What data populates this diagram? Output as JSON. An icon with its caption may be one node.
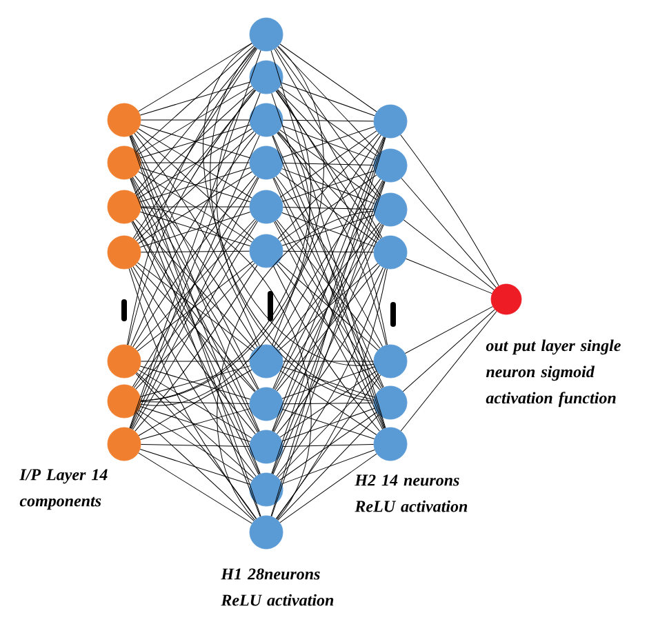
{
  "diagram": {
    "nodes": [
      {
        "text": [],
        "shape": "circle"
      },
      {
        "text": [],
        "shape": "circle"
      },
      {
        "text": [],
        "shape": "circle"
      },
      {
        "text": [],
        "shape": "circle"
      },
      {
        "text": [],
        "shape": "circle"
      },
      {
        "text": [],
        "shape": "circle"
      },
      {
        "text": [],
        "shape": "circle"
      },
      {
        "text": [],
        "shape": "circle"
      },
      {
        "text": [],
        "shape": "circle"
      },
      {
        "text": [],
        "shape": "circle"
      },
      {
        "text": [],
        "shape": "circle"
      },
      {
        "text": [],
        "shape": "circle"
      },
      {
        "text": [],
        "shape": "circle"
      },
      {
        "text": [],
        "shape": "circle"
      },
      {
        "text": [],
        "shape": "circle"
      },
      {
        "text": [],
        "shape": "circle"
      },
      {
        "text": [],
        "shape": "circle"
      },
      {
        "text": [],
        "shape": "circle"
      },
      {
        "text": [],
        "shape": "circle"
      },
      {
        "text": [],
        "shape": "circle"
      },
      {
        "text": [],
        "shape": "circle"
      },
      {
        "text": [],
        "shape": "circle"
      },
      {
        "text": [],
        "shape": "circle"
      },
      {
        "text": [],
        "shape": "circle"
      },
      {
        "text": [],
        "shape": "circle"
      },
      {
        "text": [],
        "shape": "circle"
      }
    ],
    "edges": [
      {
        "from": 0,
        "to": 7,
        "arrow": "none"
      },
      {
        "from": 0,
        "to": 8,
        "arrow": "none"
      },
      {
        "from": 0,
        "to": 9,
        "arrow": "none"
      },
      {
        "from": 0,
        "to": 10,
        "arrow": "none"
      },
      {
        "from": 0,
        "to": 11,
        "arrow": "none"
      },
      {
        "from": 0,
        "to": 12,
        "arrow": "none"
      },
      {
        "from": 0,
        "to": 13,
        "arrow": "none"
      },
      {
        "from": 0,
        "to": 14,
        "arrow": "none"
      },
      {
        "from": 0,
        "to": 15,
        "arrow": "none"
      },
      {
        "from": 0,
        "to": 16,
        "arrow": "none"
      },
      {
        "from": 0,
        "to": 17,
        "arrow": "none"
      },
      {
        "from": 1,
        "to": 7,
        "arrow": "none"
      },
      {
        "from": 1,
        "to": 8,
        "arrow": "none"
      },
      {
        "from": 1,
        "to": 9,
        "arrow": "none"
      },
      {
        "from": 1,
        "to": 10,
        "arrow": "none"
      },
      {
        "from": 1,
        "to": 11,
        "arrow": "none"
      },
      {
        "from": 1,
        "to": 12,
        "arrow": "none"
      },
      {
        "from": 1,
        "to": 13,
        "arrow": "none"
      },
      {
        "from": 1,
        "to": 14,
        "arrow": "none"
      },
      {
        "from": 1,
        "to": 15,
        "arrow": "none"
      },
      {
        "from": 1,
        "to": 16,
        "arrow": "none"
      },
      {
        "from": 1,
        "to": 17,
        "arrow": "none"
      },
      {
        "from": 2,
        "to": 7,
        "arrow": "none"
      },
      {
        "from": 2,
        "to": 8,
        "arrow": "none"
      },
      {
        "from": 2,
        "to": 9,
        "arrow": "none"
      },
      {
        "from": 2,
        "to": 10,
        "arrow": "none"
      },
      {
        "from": 2,
        "to": 11,
        "arrow": "none"
      },
      {
        "from": 2,
        "to": 12,
        "arrow": "none"
      },
      {
        "from": 2,
        "to": 13,
        "arrow": "none"
      },
      {
        "from": 2,
        "to": 14,
        "arrow": "none"
      },
      {
        "from": 2,
        "to": 15,
        "arrow": "none"
      },
      {
        "from": 2,
        "to": 16,
        "arrow": "none"
      },
      {
        "from": 2,
        "to": 17,
        "arrow": "none"
      },
      {
        "from": 3,
        "to": 7,
        "arrow": "none"
      },
      {
        "from": 3,
        "to": 8,
        "arrow": "none"
      },
      {
        "from": 3,
        "to": 9,
        "arrow": "none"
      },
      {
        "from": 3,
        "to": 10,
        "arrow": "none"
      },
      {
        "from": 3,
        "to": 11,
        "arrow": "none"
      },
      {
        "from": 3,
        "to": 12,
        "arrow": "none"
      },
      {
        "from": 3,
        "to": 13,
        "arrow": "none"
      },
      {
        "from": 3,
        "to": 14,
        "arrow": "none"
      },
      {
        "from": 3,
        "to": 15,
        "arrow": "none"
      },
      {
        "from": 3,
        "to": 16,
        "arrow": "none"
      },
      {
        "from": 3,
        "to": 17,
        "arrow": "none"
      },
      {
        "from": 4,
        "to": 7,
        "arrow": "none"
      },
      {
        "from": 4,
        "to": 8,
        "arrow": "none"
      },
      {
        "from": 4,
        "to": 9,
        "arrow": "none"
      },
      {
        "from": 4,
        "to": 10,
        "arrow": "none"
      },
      {
        "from": 4,
        "to": 11,
        "arrow": "none"
      },
      {
        "from": 4,
        "to": 12,
        "arrow": "none"
      },
      {
        "from": 4,
        "to": 13,
        "arrow": "none"
      },
      {
        "from": 4,
        "to": 14,
        "arrow": "none"
      },
      {
        "from": 4,
        "to": 15,
        "arrow": "none"
      },
      {
        "from": 4,
        "to": 16,
        "arrow": "none"
      },
      {
        "from": 4,
        "to": 17,
        "arrow": "none"
      },
      {
        "from": 5,
        "to": 7,
        "arrow": "none"
      },
      {
        "from": 5,
        "to": 8,
        "arrow": "none"
      },
      {
        "from": 5,
        "to": 9,
        "arrow": "none"
      },
      {
        "from": 5,
        "to": 10,
        "arrow": "none"
      },
      {
        "from": 5,
        "to": 11,
        "arrow": "none"
      },
      {
        "from": 5,
        "to": 12,
        "arrow": "none"
      },
      {
        "from": 5,
        "to": 13,
        "arrow": "none"
      },
      {
        "from": 5,
        "to": 14,
        "arrow": "none"
      },
      {
        "from": 5,
        "to": 15,
        "arrow": "none"
      },
      {
        "from": 5,
        "to": 16,
        "arrow": "none"
      },
      {
        "from": 5,
        "to": 17,
        "arrow": "none"
      },
      {
        "from": 6,
        "to": 7,
        "arrow": "none"
      },
      {
        "from": 6,
        "to": 8,
        "arrow": "none"
      },
      {
        "from": 6,
        "to": 9,
        "arrow": "none"
      },
      {
        "from": 6,
        "to": 10,
        "arrow": "none"
      },
      {
        "from": 6,
        "to": 11,
        "arrow": "none"
      },
      {
        "from": 6,
        "to": 12,
        "arrow": "none"
      },
      {
        "from": 6,
        "to": 13,
        "arrow": "none"
      },
      {
        "from": 6,
        "to": 14,
        "arrow": "none"
      },
      {
        "from": 6,
        "to": 15,
        "arrow": "none"
      },
      {
        "from": 6,
        "to": 16,
        "arrow": "none"
      },
      {
        "from": 6,
        "to": 17,
        "arrow": "none"
      },
      {
        "from": 7,
        "to": 18,
        "arrow": "none"
      },
      {
        "from": 7,
        "to": 19,
        "arrow": "none"
      },
      {
        "from": 7,
        "to": 20,
        "arrow": "none"
      },
      {
        "from": 7,
        "to": 21,
        "arrow": "none"
      },
      {
        "from": 7,
        "to": 22,
        "arrow": "none"
      },
      {
        "from": 7,
        "to": 23,
        "arrow": "none"
      },
      {
        "from": 7,
        "to": 24,
        "arrow": "none"
      },
      {
        "from": 8,
        "to": 18,
        "arrow": "none"
      },
      {
        "from": 8,
        "to": 19,
        "arrow": "none"
      },
      {
        "from": 8,
        "to": 20,
        "arrow": "none"
      },
      {
        "from": 8,
        "to": 21,
        "arrow": "none"
      },
      {
        "from": 8,
        "to": 22,
        "arrow": "none"
      },
      {
        "from": 8,
        "to": 23,
        "arrow": "none"
      },
      {
        "from": 8,
        "to": 24,
        "arrow": "none"
      },
      {
        "from": 9,
        "to": 18,
        "arrow": "none"
      },
      {
        "from": 9,
        "to": 19,
        "arrow": "none"
      },
      {
        "from": 9,
        "to": 20,
        "arrow": "none"
      },
      {
        "from": 9,
        "to": 21,
        "arrow": "none"
      },
      {
        "from": 9,
        "to": 22,
        "arrow": "none"
      },
      {
        "from": 9,
        "to": 23,
        "arrow": "none"
      },
      {
        "from": 9,
        "to": 24,
        "arrow": "none"
      },
      {
        "from": 10,
        "to": 18,
        "arrow": "none"
      },
      {
        "from": 10,
        "to": 19,
        "arrow": "none"
      },
      {
        "from": 10,
        "to": 20,
        "arrow": "none"
      },
      {
        "from": 10,
        "to": 21,
        "arrow": "none"
      },
      {
        "from": 10,
        "to": 22,
        "arrow": "none"
      },
      {
        "from": 10,
        "to": 23,
        "arrow": "none"
      },
      {
        "from": 10,
        "to": 24,
        "arrow": "none"
      },
      {
        "from": 11,
        "to": 18,
        "arrow": "none"
      },
      {
        "from": 11,
        "to": 19,
        "arrow": "none"
      },
      {
        "from": 11,
        "to": 20,
        "arrow": "none"
      },
      {
        "from": 11,
        "to": 21,
        "arrow": "none"
      },
      {
        "from": 11,
        "to": 22,
        "arrow": "none"
      },
      {
        "from": 11,
        "to": 23,
        "arrow": "none"
      },
      {
        "from": 11,
        "to": 24,
        "arrow": "none"
      },
      {
        "from": 12,
        "to": 18,
        "arrow": "none"
      },
      {
        "from": 12,
        "to": 19,
        "arrow": "none"
      },
      {
        "from": 12,
        "to": 20,
        "arrow": "none"
      },
      {
        "from": 12,
        "to": 21,
        "arrow": "none"
      },
      {
        "from": 12,
        "to": 22,
        "arrow": "none"
      },
      {
        "from": 12,
        "to": 23,
        "arrow": "none"
      },
      {
        "from": 12,
        "to": 24,
        "arrow": "none"
      },
      {
        "from": 13,
        "to": 18,
        "arrow": "none"
      },
      {
        "from": 13,
        "to": 19,
        "arrow": "none"
      },
      {
        "from": 13,
        "to": 20,
        "arrow": "none"
      },
      {
        "from": 13,
        "to": 21,
        "arrow": "none"
      },
      {
        "from": 13,
        "to": 22,
        "arrow": "none"
      },
      {
        "from": 13,
        "to": 23,
        "arrow": "none"
      },
      {
        "from": 13,
        "to": 24,
        "arrow": "none"
      },
      {
        "from": 14,
        "to": 18,
        "arrow": "none"
      },
      {
        "from": 14,
        "to": 19,
        "arrow": "none"
      },
      {
        "from": 14,
        "to": 20,
        "arrow": "none"
      },
      {
        "from": 14,
        "to": 21,
        "arrow": "none"
      },
      {
        "from": 14,
        "to": 22,
        "arrow": "none"
      },
      {
        "from": 14,
        "to": 23,
        "arrow": "none"
      },
      {
        "from": 14,
        "to": 24,
        "arrow": "none"
      },
      {
        "from": 15,
        "to": 18,
        "arrow": "none"
      },
      {
        "from": 15,
        "to": 19,
        "arrow": "none"
      },
      {
        "from": 15,
        "to": 20,
        "arrow": "none"
      },
      {
        "from": 15,
        "to": 21,
        "arrow": "none"
      },
      {
        "from": 15,
        "to": 22,
        "arrow": "none"
      },
      {
        "from": 15,
        "to": 23,
        "arrow": "none"
      },
      {
        "from": 15,
        "to": 24,
        "arrow": "none"
      },
      {
        "from": 16,
        "to": 18,
        "arrow": "none"
      },
      {
        "from": 16,
        "to": 19,
        "arrow": "none"
      },
      {
        "from": 16,
        "to": 20,
        "arrow": "none"
      },
      {
        "from": 16,
        "to": 21,
        "arrow": "none"
      },
      {
        "from": 16,
        "to": 22,
        "arrow": "none"
      },
      {
        "from": 16,
        "to": 23,
        "arrow": "none"
      },
      {
        "from": 16,
        "to": 24,
        "arrow": "none"
      },
      {
        "from": 17,
        "to": 18,
        "arrow": "none"
      },
      {
        "from": 17,
        "to": 19,
        "arrow": "none"
      },
      {
        "from": 17,
        "to": 20,
        "arrow": "none"
      },
      {
        "from": 17,
        "to": 21,
        "arrow": "none"
      },
      {
        "from": 17,
        "to": 22,
        "arrow": "none"
      },
      {
        "from": 17,
        "to": 23,
        "arrow": "none"
      },
      {
        "from": 17,
        "to": 24,
        "arrow": "none"
      },
      {
        "from": 18,
        "to": 25,
        "arrow": "none"
      },
      {
        "from": 19,
        "to": 25,
        "arrow": "none"
      },
      {
        "from": 20,
        "to": 25,
        "arrow": "none"
      },
      {
        "from": 21,
        "to": 25,
        "arrow": "none"
      },
      {
        "from": 22,
        "to": 25,
        "arrow": "none"
      },
      {
        "from": 23,
        "to": 25,
        "arrow": "none"
      },
      {
        "from": 24,
        "to": 25,
        "arrow": "none"
      }
    ],
    "labels": [
      "I/P Layer 14 components",
      "H2 14 neurons ReLU activation",
      "out put layer single neuron sigmoid activation function",
      "H1 28neurons ReLU activation"
    ]
  }
}
